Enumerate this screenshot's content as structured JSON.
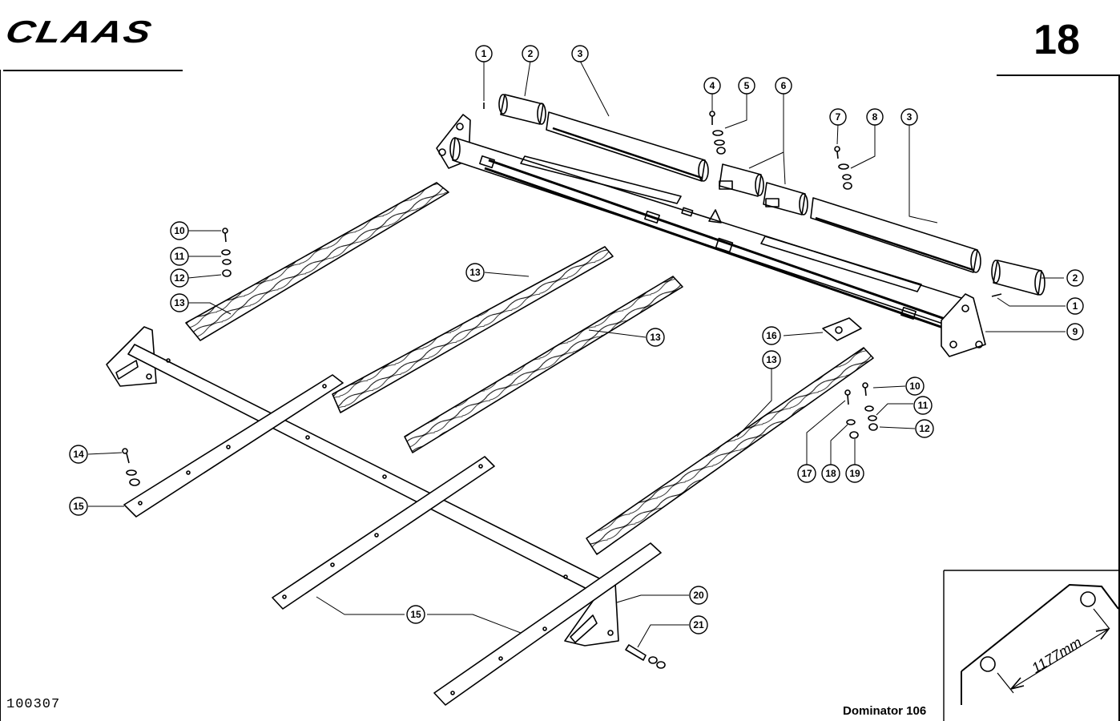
{
  "header": {
    "brand": "CLAAS",
    "page_number": "18"
  },
  "footer": {
    "drawing_id": "100307",
    "model": "Dominator 106"
  },
  "inset": {
    "dimension_label": "1177mm"
  },
  "callouts": [
    {
      "id": "c1a",
      "label": "1"
    },
    {
      "id": "c2a",
      "label": "2"
    },
    {
      "id": "c3a",
      "label": "3"
    },
    {
      "id": "c4",
      "label": "4"
    },
    {
      "id": "c5",
      "label": "5"
    },
    {
      "id": "c6",
      "label": "6"
    },
    {
      "id": "c7",
      "label": "7"
    },
    {
      "id": "c8",
      "label": "8"
    },
    {
      "id": "c3b",
      "label": "3"
    },
    {
      "id": "c2b",
      "label": "2"
    },
    {
      "id": "c1b",
      "label": "1"
    },
    {
      "id": "c9",
      "label": "9"
    },
    {
      "id": "c10a",
      "label": "10"
    },
    {
      "id": "c11a",
      "label": "11"
    },
    {
      "id": "c12a",
      "label": "12"
    },
    {
      "id": "c13a",
      "label": "13"
    },
    {
      "id": "c13b",
      "label": "13"
    },
    {
      "id": "c13c",
      "label": "13"
    },
    {
      "id": "c16",
      "label": "16"
    },
    {
      "id": "c13d",
      "label": "13"
    },
    {
      "id": "c10b",
      "label": "10"
    },
    {
      "id": "c11b",
      "label": "11"
    },
    {
      "id": "c12b",
      "label": "12"
    },
    {
      "id": "c17",
      "label": "17"
    },
    {
      "id": "c18",
      "label": "18"
    },
    {
      "id": "c19",
      "label": "19"
    },
    {
      "id": "c14",
      "label": "14"
    },
    {
      "id": "c15a",
      "label": "15"
    },
    {
      "id": "c15b",
      "label": "15"
    },
    {
      "id": "c20",
      "label": "20"
    },
    {
      "id": "c21",
      "label": "21"
    }
  ]
}
